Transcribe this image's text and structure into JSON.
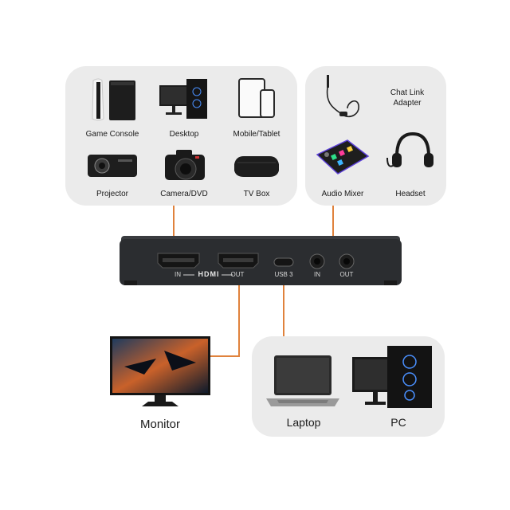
{
  "sources_panel": {
    "devices": [
      "Game Console",
      "Desktop",
      "Mobile/Tablet",
      "Projector",
      "Camera/DVD",
      "TV Box"
    ]
  },
  "audio_panel": {
    "devices": [
      "Chat Link Adapter",
      "Audio Mixer",
      "Headset"
    ]
  },
  "capture_box": {
    "port_labels": {
      "hdmi_in": "IN",
      "hdmi_logo": "HDMI",
      "hdmi_out": "OUT",
      "usb": "USB 3",
      "audio_in": "IN",
      "audio_out": "OUT"
    }
  },
  "display": {
    "monitor_label": "Monitor"
  },
  "computers_panel": {
    "devices": [
      "Laptop",
      "PC"
    ]
  },
  "colors": {
    "panel": "#ebebeb",
    "wire": "#e0823c",
    "box": "#2b2d30"
  }
}
